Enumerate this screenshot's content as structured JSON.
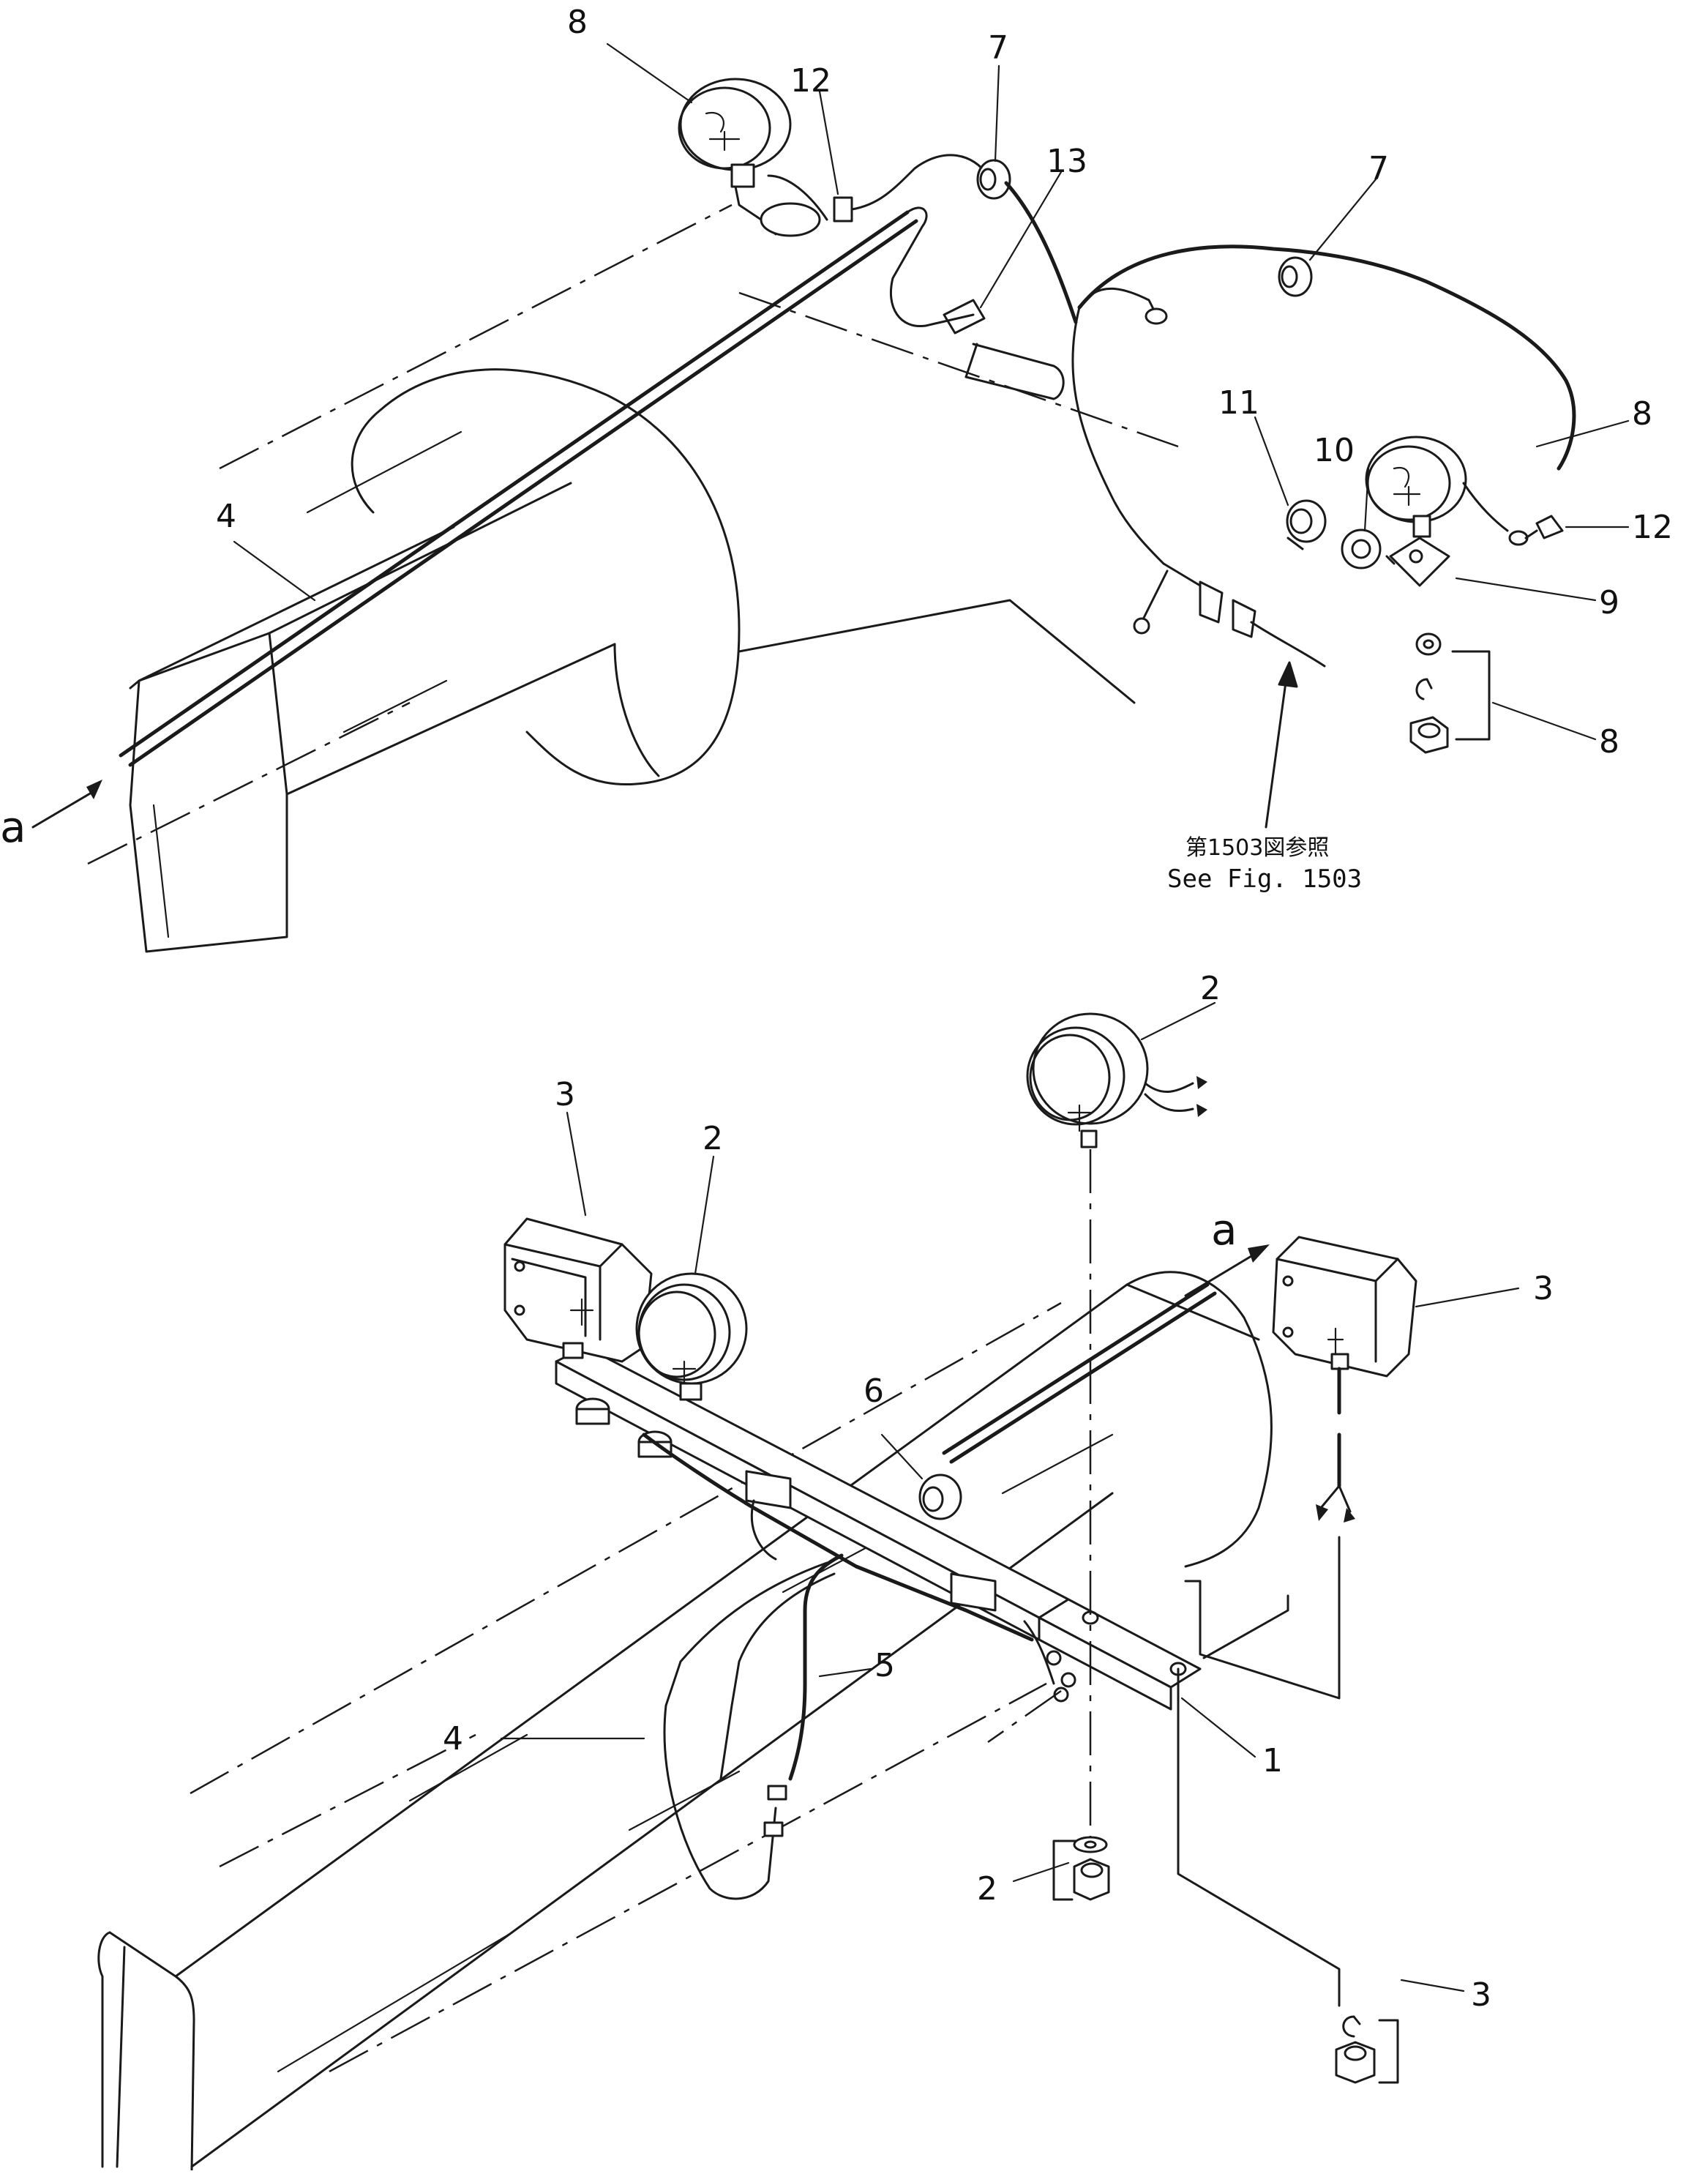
{
  "upper_view": {
    "callouts": [
      "8",
      "12",
      "7",
      "13",
      "7",
      "11",
      "10",
      "8",
      "12",
      "9",
      "8",
      "4"
    ],
    "arrow_label": "a",
    "reference_jp": "第1503図参照",
    "reference_en": "See Fig. 1503"
  },
  "lower_view": {
    "callouts": [
      "2",
      "3",
      "2",
      "a",
      "3",
      "6",
      "5",
      "4",
      "1",
      "2",
      "3"
    ]
  }
}
